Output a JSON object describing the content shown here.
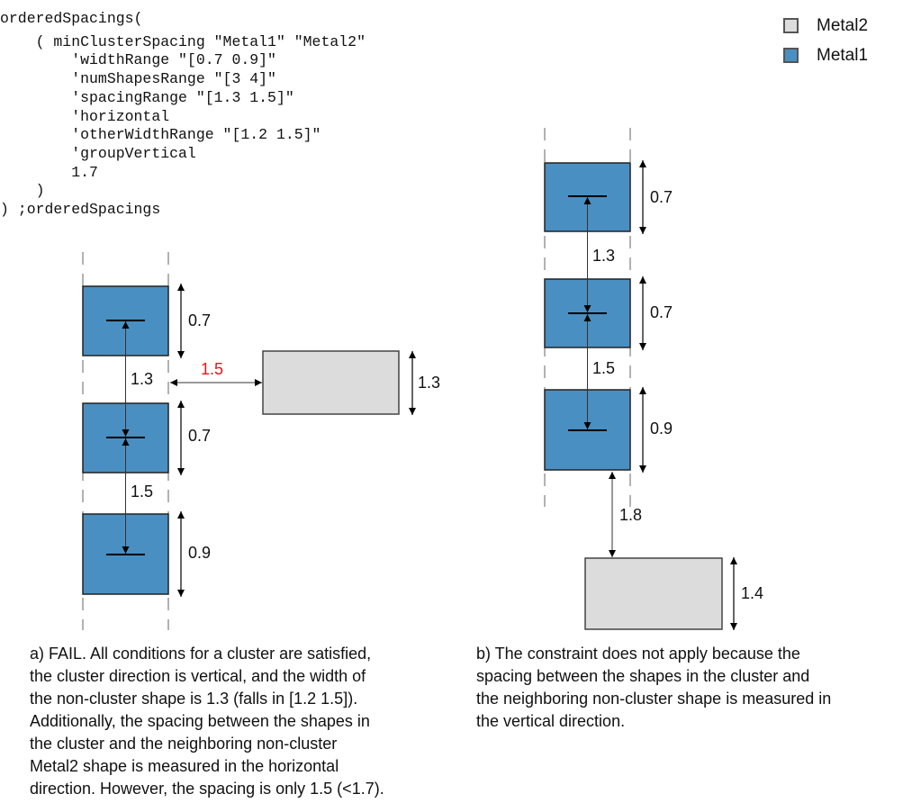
{
  "code": {
    "lines": [
      "orderedSpacings(",
      "    ( minClusterSpacing \"Metal1\" \"Metal2\"",
      "        'widthRange \"[0.7 0.9]\"",
      "        'numShapesRange \"[3 4]\"",
      "        'spacingRange \"[1.3 1.5]\"",
      "        'horizontal",
      "        'otherWidthRange \"[1.2 1.5]\"",
      "        'groupVertical",
      "        1.7",
      "    )",
      ") ;orderedSpacings"
    ]
  },
  "legend": [
    {
      "label": "Metal2",
      "color": "#dcdcdc"
    },
    {
      "label": "Metal1",
      "color": "#4a8fc1"
    }
  ],
  "colors": {
    "metal1": "#4a8fc1",
    "metal2": "#dcdcdc",
    "violation": "#e8141c"
  },
  "diagram_a": {
    "shape_heights": [
      "0.7",
      "0.7",
      "0.9"
    ],
    "cluster_spacings": [
      "1.3",
      "1.5"
    ],
    "neighbor_spacing": "1.5",
    "neighbor_width": "1.3"
  },
  "diagram_b": {
    "shape_heights": [
      "0.7",
      "0.7",
      "0.9"
    ],
    "cluster_spacings": [
      "1.3",
      "1.5"
    ],
    "neighbor_spacing": "1.8",
    "neighbor_width": "1.4"
  },
  "captions": {
    "a": [
      "a) FAIL. All conditions for a cluster are satisfied,",
      "the cluster direction is vertical, and the width of",
      "the non-cluster shape is 1.3 (falls in [1.2 1.5]).",
      "Additionally, the spacing between the shapes in",
      "the cluster and the neighboring non-cluster",
      "Metal2 shape is measured in the horizontal",
      "direction. However, the spacing is only 1.5 (<1.7)."
    ],
    "b": [
      "b) The constraint does not apply because the",
      "spacing between the shapes in the cluster and",
      "the neighboring non-cluster shape is measured in",
      "the vertical direction."
    ]
  }
}
